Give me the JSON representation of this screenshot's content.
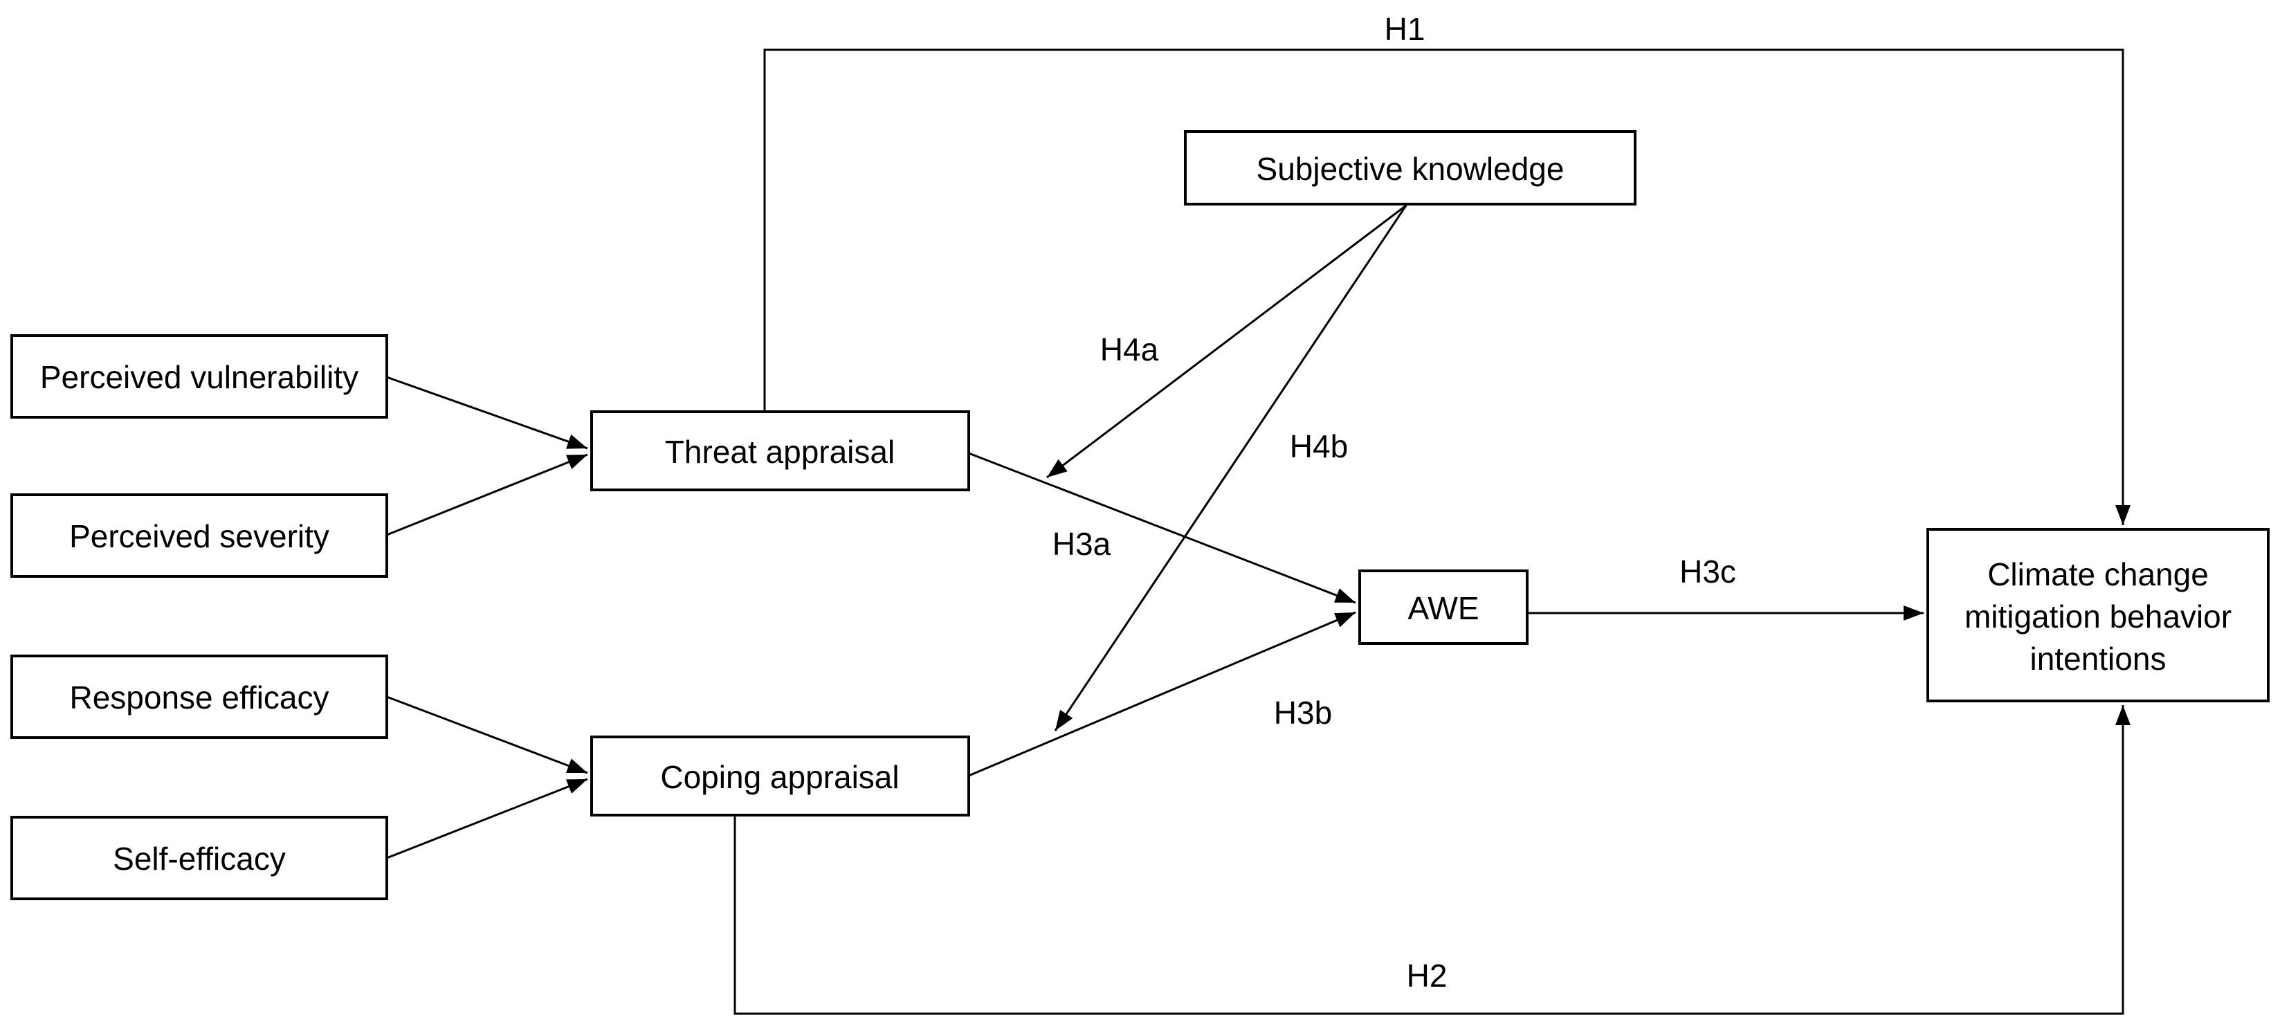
{
  "diagram": {
    "type": "path-model",
    "background": "#ffffff",
    "stroke_color": "#000000",
    "text_color": "#000000",
    "nodes": {
      "perceived_vulnerability": {
        "label": "Perceived vulnerability"
      },
      "perceived_severity": {
        "label": "Perceived severity"
      },
      "response_efficacy": {
        "label": "Response efficacy"
      },
      "self_efficacy": {
        "label": "Self-efficacy"
      },
      "threat_appraisal": {
        "label": "Threat appraisal"
      },
      "coping_appraisal": {
        "label": "Coping appraisal"
      },
      "subjective_knowledge": {
        "label": "Subjective knowledge"
      },
      "awe": {
        "label": "AWE"
      },
      "climate_intentions": {
        "lines": [
          "Climate change",
          "mitigation behavior",
          "intentions"
        ]
      }
    },
    "hypotheses": {
      "h1": "H1",
      "h2": "H2",
      "h3a": "H3a",
      "h3b": "H3b",
      "h3c": "H3c",
      "h4a": "H4a",
      "h4b": "H4b"
    },
    "edges": [
      {
        "from": "perceived_vulnerability",
        "to": "threat_appraisal",
        "label": ""
      },
      {
        "from": "perceived_severity",
        "to": "threat_appraisal",
        "label": ""
      },
      {
        "from": "response_efficacy",
        "to": "coping_appraisal",
        "label": ""
      },
      {
        "from": "self_efficacy",
        "to": "coping_appraisal",
        "label": ""
      },
      {
        "from": "threat_appraisal",
        "to": "climate_intentions",
        "label": "H1"
      },
      {
        "from": "coping_appraisal",
        "to": "climate_intentions",
        "label": "H2"
      },
      {
        "from": "threat_appraisal",
        "to": "awe",
        "label": "H3a"
      },
      {
        "from": "coping_appraisal",
        "to": "awe",
        "label": "H3b"
      },
      {
        "from": "awe",
        "to": "climate_intentions",
        "label": "H3c"
      },
      {
        "from": "subjective_knowledge",
        "to": "threat_appraisal_awe_path",
        "label": "H4a"
      },
      {
        "from": "subjective_knowledge",
        "to": "coping_appraisal_awe_path",
        "label": "H4b"
      }
    ]
  }
}
